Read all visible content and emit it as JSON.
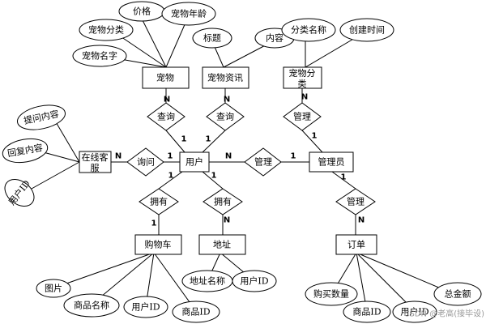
{
  "entities": {
    "pet": "宠物",
    "pet_news": "宠物资讯",
    "pet_category": "宠物分类",
    "online_service": "在线客服",
    "user": "用户",
    "admin": "管理员",
    "cart": "购物车",
    "address": "地址",
    "order": "订单"
  },
  "relationships": {
    "query_pet": "查询",
    "query_news": "查询",
    "manage_category": "管理",
    "inquire": "询问",
    "manage_user": "管理",
    "own_cart": "拥有",
    "own_address": "拥有",
    "manage_order": "管理"
  },
  "attributes": {
    "pet_price": "价格",
    "pet_age": "宠物年龄",
    "pet_category_attr": "宠物分类",
    "pet_name": "宠物名字",
    "news_title": "标题",
    "news_content": "内容",
    "category_name": "分类名称",
    "create_time": "创建时间",
    "question_content": "提问内容",
    "reply_content": "回复内容",
    "service_user_id": "用户ID",
    "cart_image": "图片",
    "cart_product_name": "商品名称",
    "cart_user_id": "用户ID",
    "cart_product_id": "商品ID",
    "address_name": "地址名称",
    "address_user_id": "用户ID",
    "order_quantity": "购买数量",
    "order_product_id": "商品ID",
    "order_user_id": "用户ID",
    "order_total": "总金额"
  },
  "cardinalities": {
    "pet_query_n": "N",
    "query_pet_user_1": "1",
    "news_query_n": "N",
    "query_news_user_1": "1",
    "category_manage_n": "N",
    "manage_category_admin_1": "1",
    "service_inquire_n": "N",
    "inquire_user_1": "1",
    "user_manage_n": "N",
    "manage_admin_1": "1",
    "user_own_cart_1": "1",
    "own_cart_cart_1": "1",
    "user_own_address_1": "1",
    "own_address_address_n": "N",
    "admin_manage_order_1": "1",
    "manage_order_order_n": "N"
  },
  "watermark": "CSDN @老高(接毕设)"
}
